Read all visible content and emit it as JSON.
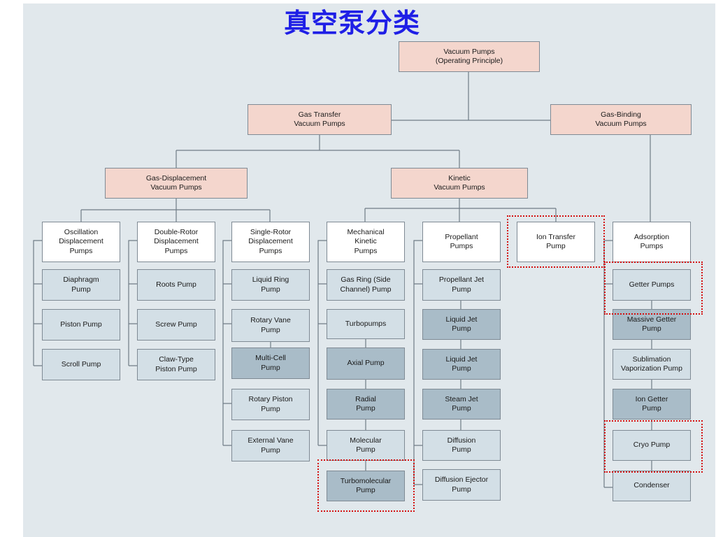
{
  "title": "真空泵分类",
  "colors": {
    "category": "#f4d6cd",
    "group": "#ffffff",
    "pump_light": "#d3dfe6",
    "pump_dark": "#a9bcc8",
    "highlight": "#d40f0f",
    "title": "#1f1fe6"
  },
  "nodes": {
    "root": "Vacuum Pumps\n(Operating Principle)",
    "gas_transfer": "Gas Transfer\nVacuum Pumps",
    "gas_binding": "Gas-Binding\nVacuum Pumps",
    "gas_displacement": "Gas-Displacement\nVacuum Pumps",
    "kinetic": "Kinetic\nVacuum Pumps",
    "oscillation": "Oscillation\nDisplacement\nPumps",
    "double_rotor": "Double-Rotor\nDisplacement\nPumps",
    "single_rotor": "Single-Rotor\nDisplacement\nPumps",
    "mechanical_kinetic": "Mechanical\nKinetic\nPumps",
    "propellant": "Propellant\nPumps",
    "ion_transfer": "Ion Transfer\nPump",
    "adsorption": "Adsorption\nPumps",
    "diaphragm": "Diaphragm\nPump",
    "piston": "Piston Pump",
    "scroll": "Scroll Pump",
    "roots": "Roots Pump",
    "screw": "Screw Pump",
    "claw": "Claw-Type\nPiston Pump",
    "liquid_ring": "Liquid Ring\nPump",
    "rotary_vane": "Rotary Vane\nPump",
    "multi_cell": "Multi-Cell\nPump",
    "rotary_piston": "Rotary Piston\nPump",
    "external_vane": "External Vane\nPump",
    "gas_ring": "Gas Ring (Side\nChannel) Pump",
    "turbopumps": "Turbopumps",
    "axial": "Axial Pump",
    "radial": "Radial\nPump",
    "molecular": "Molecular\nPump",
    "turbomolecular": "Turbomolecular\nPump",
    "propellant_jet": "Propellant Jet\nPump",
    "liquid_jet_1": "Liquid Jet\nPump",
    "liquid_jet_2": "Liquid Jet\nPump",
    "steam_jet": "Steam Jet\nPump",
    "diffusion": "Diffusion\nPump",
    "diffusion_ejector": "Diffusion Ejector\nPump",
    "getter": "Getter Pumps",
    "massive_getter": "Massive Getter\nPump",
    "sublimation": "Sublimation\nVaporization Pump",
    "ion_getter": "Ion Getter\nPump",
    "cryo": "Cryo Pump",
    "condenser": "Condenser"
  },
  "highlighted": [
    "ion_transfer",
    "getter",
    "cryo",
    "turbomolecular"
  ]
}
